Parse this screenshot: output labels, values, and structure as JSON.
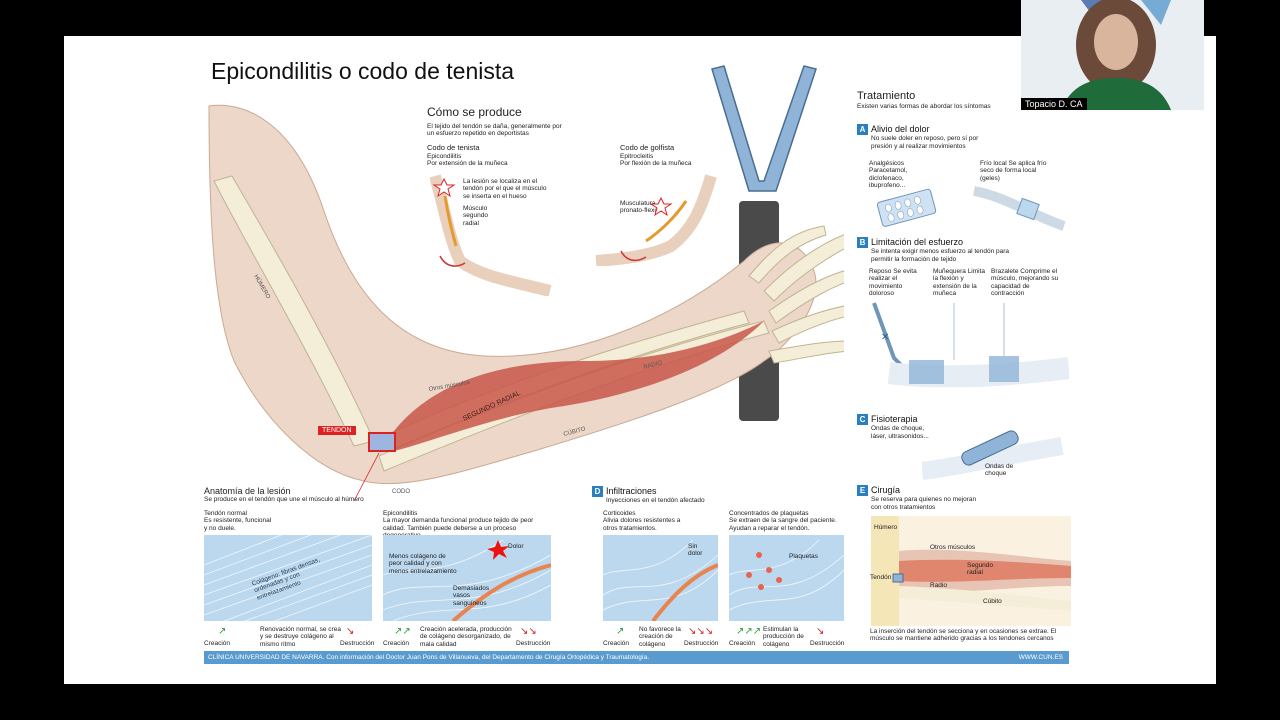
{
  "slide": {
    "title": "Epicondilitis o codo de tenista",
    "como": {
      "title": "Cómo se produce",
      "desc": "El tejido del tendón se daña, generalmente por un esfuerzo repetido en deportistas",
      "tenista_title": "Codo de tenista",
      "tenista_sub1": "Epicondilitis",
      "tenista_sub2": "Por extensión de la muñeca",
      "tenista_note": "La lesión se localiza en el tendón por el que el músculo se inserta en el hueso",
      "tenista_muscle": "Músculo segundo radial",
      "golf_title": "Codo de golfista",
      "golf_sub1": "Epitrocleitis",
      "golf_sub2": "Por flexión de la muñeca",
      "golf_muscle": "Musculatura pronato-flexora"
    },
    "arm_labels": {
      "humero": "HÚMERO",
      "otros": "Otros músculos",
      "segundo_radial": "SEGUNDO RADIAL",
      "radio": "RADIO",
      "cubito": "CÚBITO",
      "codo": "CODO",
      "tendon": "TENDÓN"
    },
    "anatomia": {
      "title": "Anatomía de la lesión",
      "sub": "Se produce en el tendón que une el músculo al húmero",
      "normal_title": "Tendón normal",
      "normal_desc": "Es resistente, funcional y no duele.",
      "normal_fibers": "Colágeno: fibras densas, ordenadas y con entrelazamiento",
      "normal_caption": "Renovación normal, se crea y se destruye colágeno al mismo ritmo",
      "epi_title": "Epicondilitis",
      "epi_desc": "La mayor demanda funcional produce tejido de peor calidad. También puede deberse a un proceso degenerativo.",
      "epi_label1": "Menos colágeno de peor calidad y con menos entrelazamiento",
      "epi_label2": "Demasiados vasos sanguíneos",
      "epi_dolor": "Dolor",
      "epi_caption": "Creación acelerada, producción de colágeno desorganizado, de mala calidad",
      "creacion": "Creación",
      "destruccion": "Destrucción"
    },
    "infiltraciones": {
      "badge": "D",
      "title": "Infiltraciones",
      "sub": "Inyecciones en el tendón afectado",
      "cort_title": "Corticoides",
      "cort_desc": "Alivia dolores resistentes a otros tratamientos.",
      "sin_dolor": "Sin dolor",
      "cort_caption": "No favorece la creación de colágeno",
      "plaq_title": "Concentrados de plaquetas",
      "plaq_desc": "Se extraen de la sangre del paciente. Ayudan a reparar el tendón.",
      "plaquetas": "Plaquetas",
      "plaq_caption": "Estimulan la producción de colágeno",
      "creacion": "Creación",
      "destruccion": "Destrucción"
    },
    "tratamiento": {
      "title": "Tratamiento",
      "sub": "Existen varias formas de abordar los síntomas",
      "a_badge": "A",
      "a_title": "Alivio del dolor",
      "a_sub": "No suele doler en reposo, pero sí por presión y al realizar movimientos",
      "a_left": "Analgésicos Paracetamol, diclofenaco, ibuprofeno...",
      "a_right": "Frío local Se aplica frío seco de forma local (geles)",
      "b_badge": "B",
      "b_title": "Limitación del esfuerzo",
      "b_sub": "Se intenta exigir menos esfuerzo al tendón para permitir la formación de tejido",
      "b_reposo": "Reposo Se evita realizar el movimiento doloroso",
      "b_muneq": "Muñequera Limita la flexión y extensión de la muñeca",
      "b_braz": "Brazalete Comprime el músculo, mejorando su capacidad de contracción",
      "c_badge": "C",
      "c_title": "Fisioterapia",
      "c_sub": "Ondas de choque, láser, ultrasonidos...",
      "c_label": "Ondas de choque",
      "e_badge": "E",
      "e_title": "Cirugía",
      "e_sub": "Se reserva para quienes no mejoran con otros tratamientos",
      "e_humero": "Húmero",
      "e_otros": "Otros músculos",
      "e_segundo": "Segundo radial",
      "e_tendon": "Tendón",
      "e_radio": "Radio",
      "e_cubito": "Cúbito",
      "e_caption": "La inserción del tendón se secciona y en ocasiones se extrae. El músculo se mantiene adherido gracias a los tendones cercanos"
    },
    "footer": {
      "left": "CLÍNICA UNIVERSIDAD DE NAVARRA. Con información del Doctor Juan Pons de Villanueva, del Departamento de Cirugía Ortopédica y Traumatología.",
      "right": "WWW.CUN.ES"
    }
  },
  "webcam": {
    "name": "Topacio D. CA"
  },
  "colors": {
    "accent": "#2a7fc1",
    "panel": "#bcd8ee",
    "muscle": "#c8574a",
    "tendon_tag": "#dd2222"
  }
}
